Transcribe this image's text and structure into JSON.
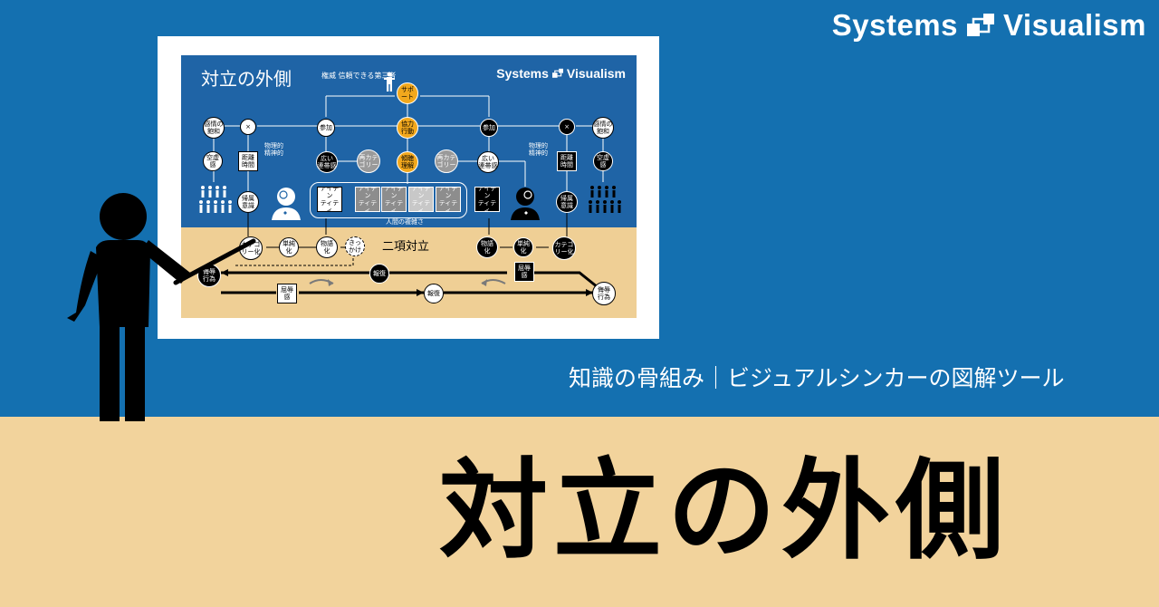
{
  "brand": {
    "name": "Systems  Visualism",
    "icon": "systems-visualism-logo-icon"
  },
  "subtitle": "知識の骨組み｜ビジュアルシンカーの図解ツール",
  "title": "対立の外側",
  "colors": {
    "background_blue": "#1470b0",
    "beige": "#f2d39c",
    "slide_blue": "#1f64a6",
    "slide_beige": "#efcf95",
    "orange": "#f2a81d",
    "black": "#000000",
    "white": "#ffffff"
  },
  "slide": {
    "title": "対立の外側",
    "brand": "Systems  Visualism",
    "authority_label": "権威\n信頼できる第三者",
    "binary_label": "二項対立",
    "complexity_label": "人間の複雑さ",
    "physical_mental_label": "物理的\n精神的",
    "nodes": {
      "support": "サポ\nート",
      "cooperation": "協力\n行動",
      "listening": "傾聴\n理解",
      "participation_left": "参加",
      "participation_right": "参加",
      "affection_left": "感情の\n飽和",
      "affection_right": "感情の\n飽和",
      "vacuum_left": "空虚\n感",
      "vacuum_right": "空虚\n感",
      "times_left": "×",
      "times_right": "×",
      "distance_left": "距離\n時間",
      "distance_right": "距離\n時間",
      "belonging_left": "帰属\n意識",
      "belonging_right": "帰属\n意識",
      "solidarity_left": "広い\n連帯感",
      "solidarity_right": "広い\n連帯感",
      "recategory_left": "再カテ\nゴリー",
      "recategory_right": "再カテ\nゴリー",
      "categorize_left": "カテゴ\nリー化",
      "categorize_right": "カテゴ\nリー化",
      "simplify_left": "単純\n化",
      "simplify_right": "単純\n化",
      "story_left": "物語\n化",
      "story_right": "物語\n化",
      "trigger": "きっ\nかけ",
      "revenge_left": "報復",
      "revenge_mid": "報復",
      "humiliation_left": "屈辱\n感",
      "humiliation_right": "屈辱\n感",
      "insult_left": "侮辱\n行為",
      "insult_right": "侮辱\n行為"
    },
    "identities": [
      "アイデン\nティティ",
      "アイデン\nティティ",
      "アイデン\nティティ",
      "アイデン\nティティ",
      "アイデン\nティティ",
      "アイデン\nティティ"
    ]
  },
  "icons": {
    "presenter": "presenter-figure-icon",
    "pointer": "pointer-stick-icon",
    "authority": "authority-person-icon",
    "head_left": "thinking-head-icon",
    "head_right": "thinking-head-icon",
    "crowd_left": "crowd-icon",
    "crowd_right": "crowd-icon",
    "cycle": "cycle-arrow-icon"
  }
}
